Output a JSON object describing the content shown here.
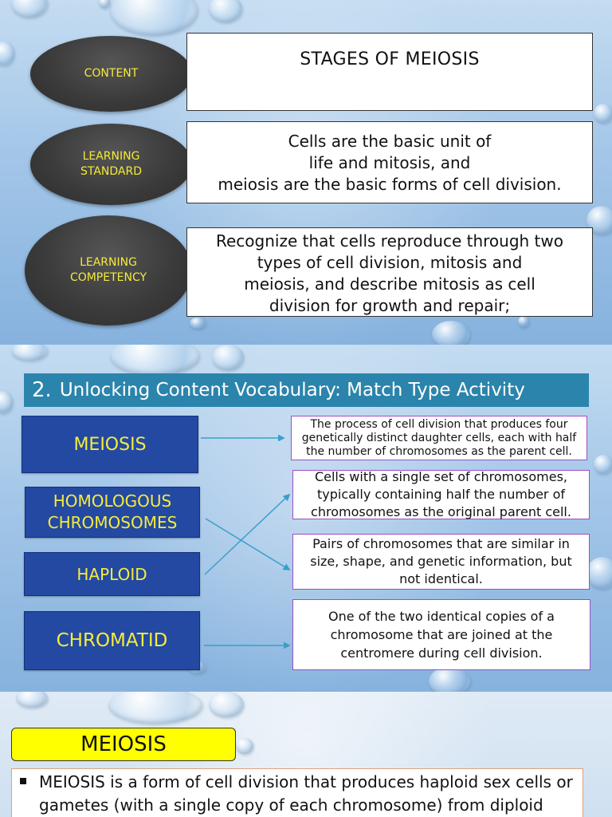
{
  "slide1": {
    "content_label": "CONTENT",
    "content_text": "STAGES OF MEIOSIS",
    "standard_label_1": "LEARNING",
    "standard_label_2": "STANDARD",
    "standard_lines": [
      "Cells are the basic unit of",
      "life and mitosis, and",
      "meiosis are the basic forms of cell division."
    ],
    "competency_label_1": "LEARNING",
    "competency_label_2": "COMPETENCY",
    "competency_lines": [
      "Recognize that cells reproduce through two",
      "types of cell division, mitosis and",
      "meiosis, and describe mitosis as cell",
      "division for growth and repair;"
    ]
  },
  "slide2": {
    "number": "2.",
    "title": "Unlocking Content Vocabulary: Match Type Activity",
    "terms": {
      "meiosis": "MEIOSIS",
      "homologous_1": "HOMOLOGOUS",
      "homologous_2": "CHROMOSOMES",
      "haploid": "HAPLOID",
      "chromatid": "CHROMATID"
    },
    "definitions": {
      "d1_lines": [
        "The process of cell division that produces four",
        "genetically distinct daughter cells, each with half",
        "the number of chromosomes as the parent cell."
      ],
      "d2_lines": [
        "Cells with a single set of chromosomes,",
        "typically containing half the number of",
        "chromosomes as the original parent cell."
      ],
      "d3_lines": [
        "Pairs of chromosomes that are similar in",
        "size, shape, and genetic information, but",
        "not identical."
      ],
      "d4_lines": [
        "One of the two identical copies of a",
        "chromosome that are joined at the",
        "centromere during cell division."
      ]
    },
    "line_color": "#3a9fc8"
  },
  "slide3": {
    "heading": "MEIOSIS",
    "bullet_lines": [
      "MEIOSIS is a form of cell division that produces haploid sex cells or",
      "gametes (with a single copy of each chromosome) from diploid cells"
    ]
  },
  "colors": {
    "label_yellow": "#f5e93a",
    "term_blue": "#2349a3",
    "banner_teal": "#2b84ab",
    "definition_border": "#9a4fc4",
    "heading_yellow": "#ffff00"
  }
}
